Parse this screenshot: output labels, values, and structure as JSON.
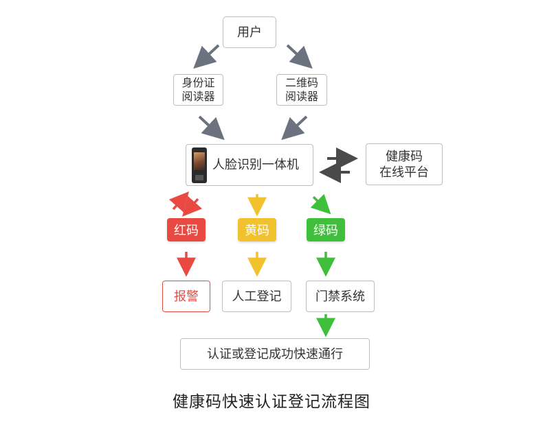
{
  "nodes": {
    "user": "用户",
    "id_reader": [
      "身份证",
      "阅读器"
    ],
    "qr_reader": [
      "二维码",
      "阅读器"
    ],
    "face_terminal": "人脸识别一体机",
    "health_platform": [
      "健康码",
      "在线平台"
    ],
    "red_code": "红码",
    "yellow_code": "黄码",
    "green_code": "绿码",
    "alarm": "报警",
    "manual_register": "人工登记",
    "access_control": "门禁系统",
    "final": "认证或登记成功快速通行"
  },
  "caption": "健康码快速认证登记流程图",
  "colors": {
    "red": "#e84a42",
    "yellow": "#f2c12e",
    "green": "#3fbf3c",
    "gray_arrow": "#6b7280",
    "border": "#bdbdbd"
  },
  "icons": {
    "face_terminal": "face-recognition-device-icon"
  }
}
